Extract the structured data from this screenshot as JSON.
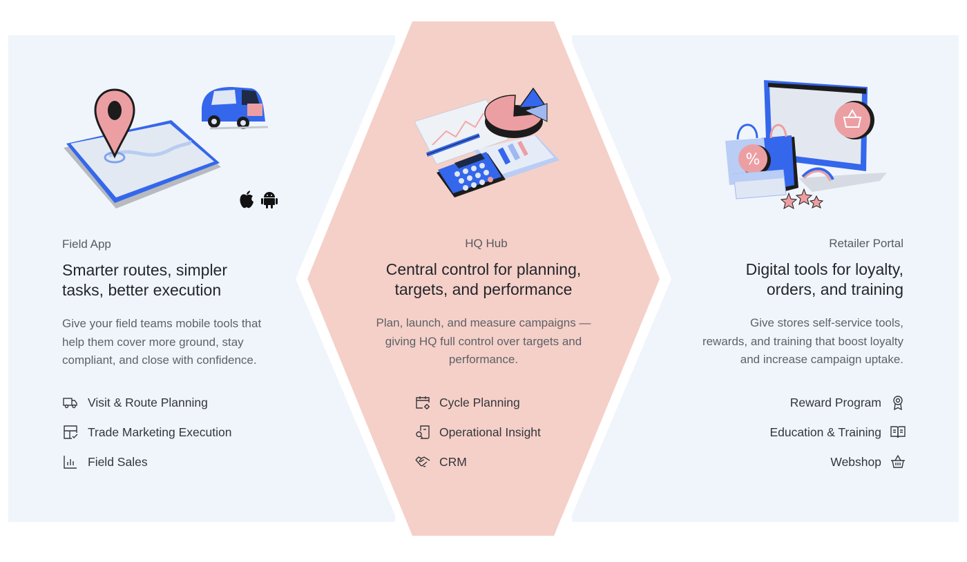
{
  "colors": {
    "side_panel_bg": "#f0f5fc",
    "center_panel_bg": "#f5d0c8",
    "accent_blue": "#3467eb",
    "accent_pink": "#ec9fa3"
  },
  "field_app": {
    "eyebrow": "Field App",
    "headline_line1": "Smarter routes, simpler",
    "headline_line2": "tasks, better execution",
    "desc_line1": "Give your field teams mobile tools that",
    "desc_line2": "help them cover more ground, stay",
    "desc_line3": "compliant, and close with confidence.",
    "features": [
      {
        "label": "Visit & Route Planning",
        "icon": "truck-icon"
      },
      {
        "label": "Trade Marketing Execution",
        "icon": "layout-check-icon"
      },
      {
        "label": "Field Sales",
        "icon": "bar-chart-icon"
      }
    ],
    "platform_icons": [
      "apple-icon",
      "android-icon"
    ]
  },
  "hq_hub": {
    "eyebrow": "HQ Hub",
    "headline_line1": "Central control for planning,",
    "headline_line2": "targets, and performance",
    "desc_line1": "Plan, launch, and measure campaigns —",
    "desc_line2": "giving HQ full control over targets and",
    "desc_line3": "performance.",
    "features": [
      {
        "label": "Cycle Planning",
        "icon": "calendar-gear-icon"
      },
      {
        "label": "Operational Insight",
        "icon": "document-search-icon"
      },
      {
        "label": "CRM",
        "icon": "handshake-icon"
      }
    ]
  },
  "retailer_portal": {
    "eyebrow": "Retailer Portal",
    "headline_line1": "Digital tools for loyalty,",
    "headline_line2": "orders, and training",
    "desc_line1": "Give stores self-service tools,",
    "desc_line2": "rewards, and training that boost loyalty",
    "desc_line3": "and increase campaign uptake.",
    "features": [
      {
        "label": "Reward Program",
        "icon": "award-ribbon-icon"
      },
      {
        "label": "Education & Training",
        "icon": "open-book-icon"
      },
      {
        "label": "Webshop",
        "icon": "shopping-basket-icon"
      }
    ]
  }
}
